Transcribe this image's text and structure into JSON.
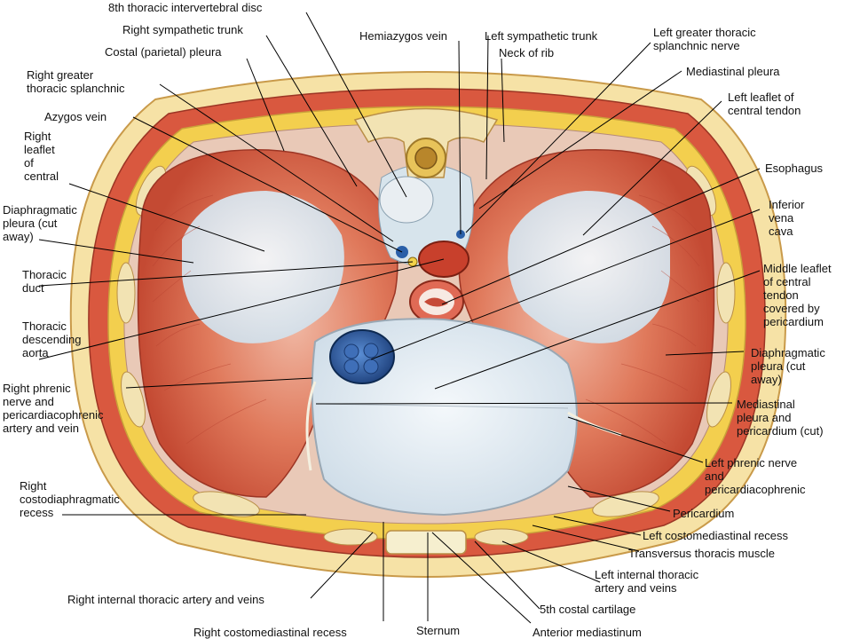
{
  "colors": {
    "muscle": "#d9583f",
    "muscle_light": "#e98a6f",
    "tendon": "#dfe9f0",
    "fat": "#f3cf4e",
    "skin": "#f6e2a6",
    "bone": "#f2e3b3",
    "vena_cava": "#2a5fa8",
    "aorta": "#c8402c",
    "leader": "#000000"
  },
  "labels": {
    "disc": "8th thoracic intervertebral disc",
    "right_symp": "Right sympathetic trunk",
    "costal": "Costal (parietal) pleura",
    "right_splanch": "Right greater\nthoracic splanchnic",
    "azygos": "Azygos vein",
    "right_leaflet": "Right\nleaflet\nof\ncentral",
    "diaphr_pleura_l": "Diaphragmatic\npleura (cut\naway)",
    "thoracic_duct": "Thoracic\nduct",
    "desc_aorta": "Thoracic\ndescending\naorta",
    "right_phrenic": "Right phrenic\nnerve and\npericardiacophrenic\nartery and vein",
    "right_costodia": "Right\ncostodiaphragmatic\nrecess",
    "right_int_thor": "Right internal thoracic artery and veins",
    "right_costomed": "Right costomediastinal recess",
    "sternum": "Sternum",
    "ant_med": "Anterior mediastinum",
    "fifth_cc": "5th costal cartilage",
    "left_int_thor": "Left internal thoracic\nartery and veins",
    "transversus": "Transversus thoracis muscle",
    "left_costomed": "Left costomediastinal recess",
    "pericardium": "Pericardium",
    "left_phrenic": "Left phrenic nerve\nand\npericardiacophrenic",
    "med_pleura_peri": "Mediastinal\npleura and\npericardium (cut)",
    "diaphr_pleura_r": "Diaphragmatic\npleura (cut\naway)",
    "middle_leaflet": "Middle leaflet\nof central\ntendon\ncovered by\npericardium",
    "ivc": "Inferior\nvena\ncava",
    "esophagus": "Esophagus",
    "left_leaflet": "Left leaflet of\ncentral tendon",
    "med_pleura": "Mediastinal pleura",
    "left_splanch": "Left greater thoracic\nsplanchnic nerve",
    "neck_rib": "Neck of rib",
    "left_symp": "Left sympathetic trunk",
    "hemiazygos": "Hemiazygos vein"
  }
}
